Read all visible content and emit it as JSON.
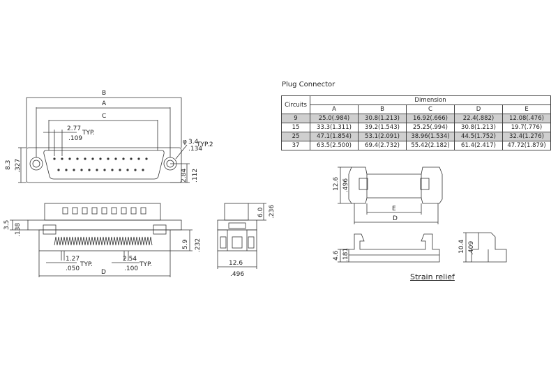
{
  "plug_connector": {
    "title": "Plug Connector",
    "header_circuits": "Circuits",
    "header_dimension": "Dimension",
    "columns": [
      "A",
      "B",
      "C",
      "D",
      "E"
    ],
    "rows": [
      {
        "circuits": "9",
        "cells": [
          "25.0(.984)",
          "30.8(1.213)",
          "16.92(.666)",
          "22.4(.882)",
          "12.08(.476)"
        ],
        "shaded": true
      },
      {
        "circuits": "15",
        "cells": [
          "33.3(1.311)",
          "39.2(1.543)",
          "25.25(.994)",
          "30.8(1.213)",
          "19.7(.776)"
        ],
        "shaded": false
      },
      {
        "circuits": "25",
        "cells": [
          "47.1(1.854)",
          "53.1(2.091)",
          "38.96(1.534)",
          "44.5(1.752)",
          "32.4(1.276)"
        ],
        "shaded": true
      },
      {
        "circuits": "37",
        "cells": [
          "63.5(2.500)",
          "69.4(2.732)",
          "55.42(2.182)",
          "61.4(2.417)",
          "47.72(1.879)"
        ],
        "shaded": false
      }
    ]
  },
  "strain_relief": {
    "label": "Strain relief"
  },
  "front_view": {
    "dim_b": "B",
    "dim_a": "A",
    "dim_c": "C",
    "pitch_mm": "2.77",
    "pitch_typ": "TYP.",
    "pitch_in": ".109",
    "hole_mm": "3.4",
    "hole_typ": "TYP.2",
    "hole_in": ".134",
    "height_mm": "8.3",
    "height_in": ".327",
    "offset_mm": "2.84",
    "offset_in": ".112",
    "diameter_symbol": "φ"
  },
  "side_view": {
    "height_mm": "3.5",
    "height_in": ".138",
    "pitch1_mm": "1.27",
    "pitch1_typ": "TYP.",
    "pitch1_in": ".050",
    "pitch2_mm": "2.54",
    "pitch2_typ": "TYP.",
    "pitch2_in": ".100",
    "dim_d": "D",
    "body_mm": "5.9",
    "body_in": ".232"
  },
  "end_view": {
    "top_mm": "6.0",
    "top_in": ".236",
    "width_mm": "12.6",
    "width_in": ".496"
  },
  "relief_views": {
    "height_mm": "12.6",
    "height_in": ".496",
    "dim_e": "E",
    "dim_d": "D",
    "low_mm": "4.6",
    "low_in": ".181",
    "side_mm": "10.4",
    "side_in": ".409"
  }
}
